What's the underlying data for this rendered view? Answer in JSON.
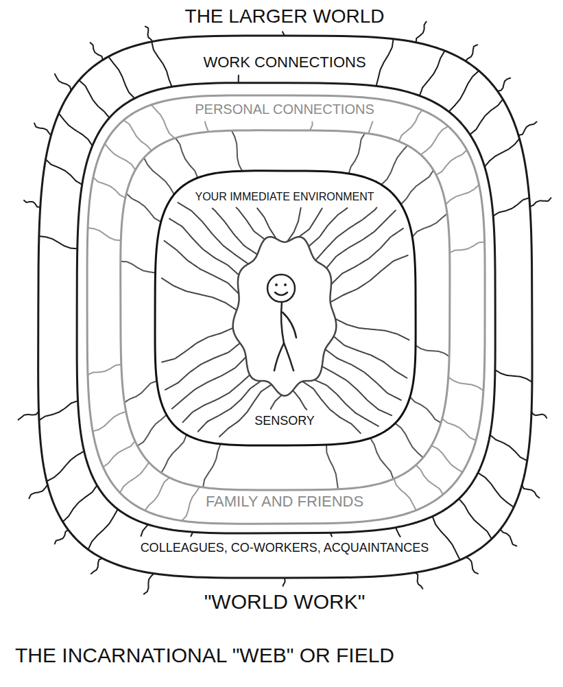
{
  "diagram": {
    "title": "THE INCARNATIONAL \"WEB\" OR FIELD",
    "nodes": [
      {
        "text": [
          "WORK CONNECTIONS",
          "COLLEAGUES, CO-WORKERS, ACQUAINTANCES"
        ]
      },
      {
        "text": [
          "PERSONAL CONNECTIONS",
          "FAMILY AND FRIENDS"
        ],
        "in": 0
      },
      {
        "text": [
          "YOUR IMMEDIATE ENVIRONMENT",
          "SENSORY"
        ],
        "in": 1
      }
    ],
    "labels": [
      "THE LARGER WORLD",
      "\"WORLD WORK\""
    ]
  }
}
